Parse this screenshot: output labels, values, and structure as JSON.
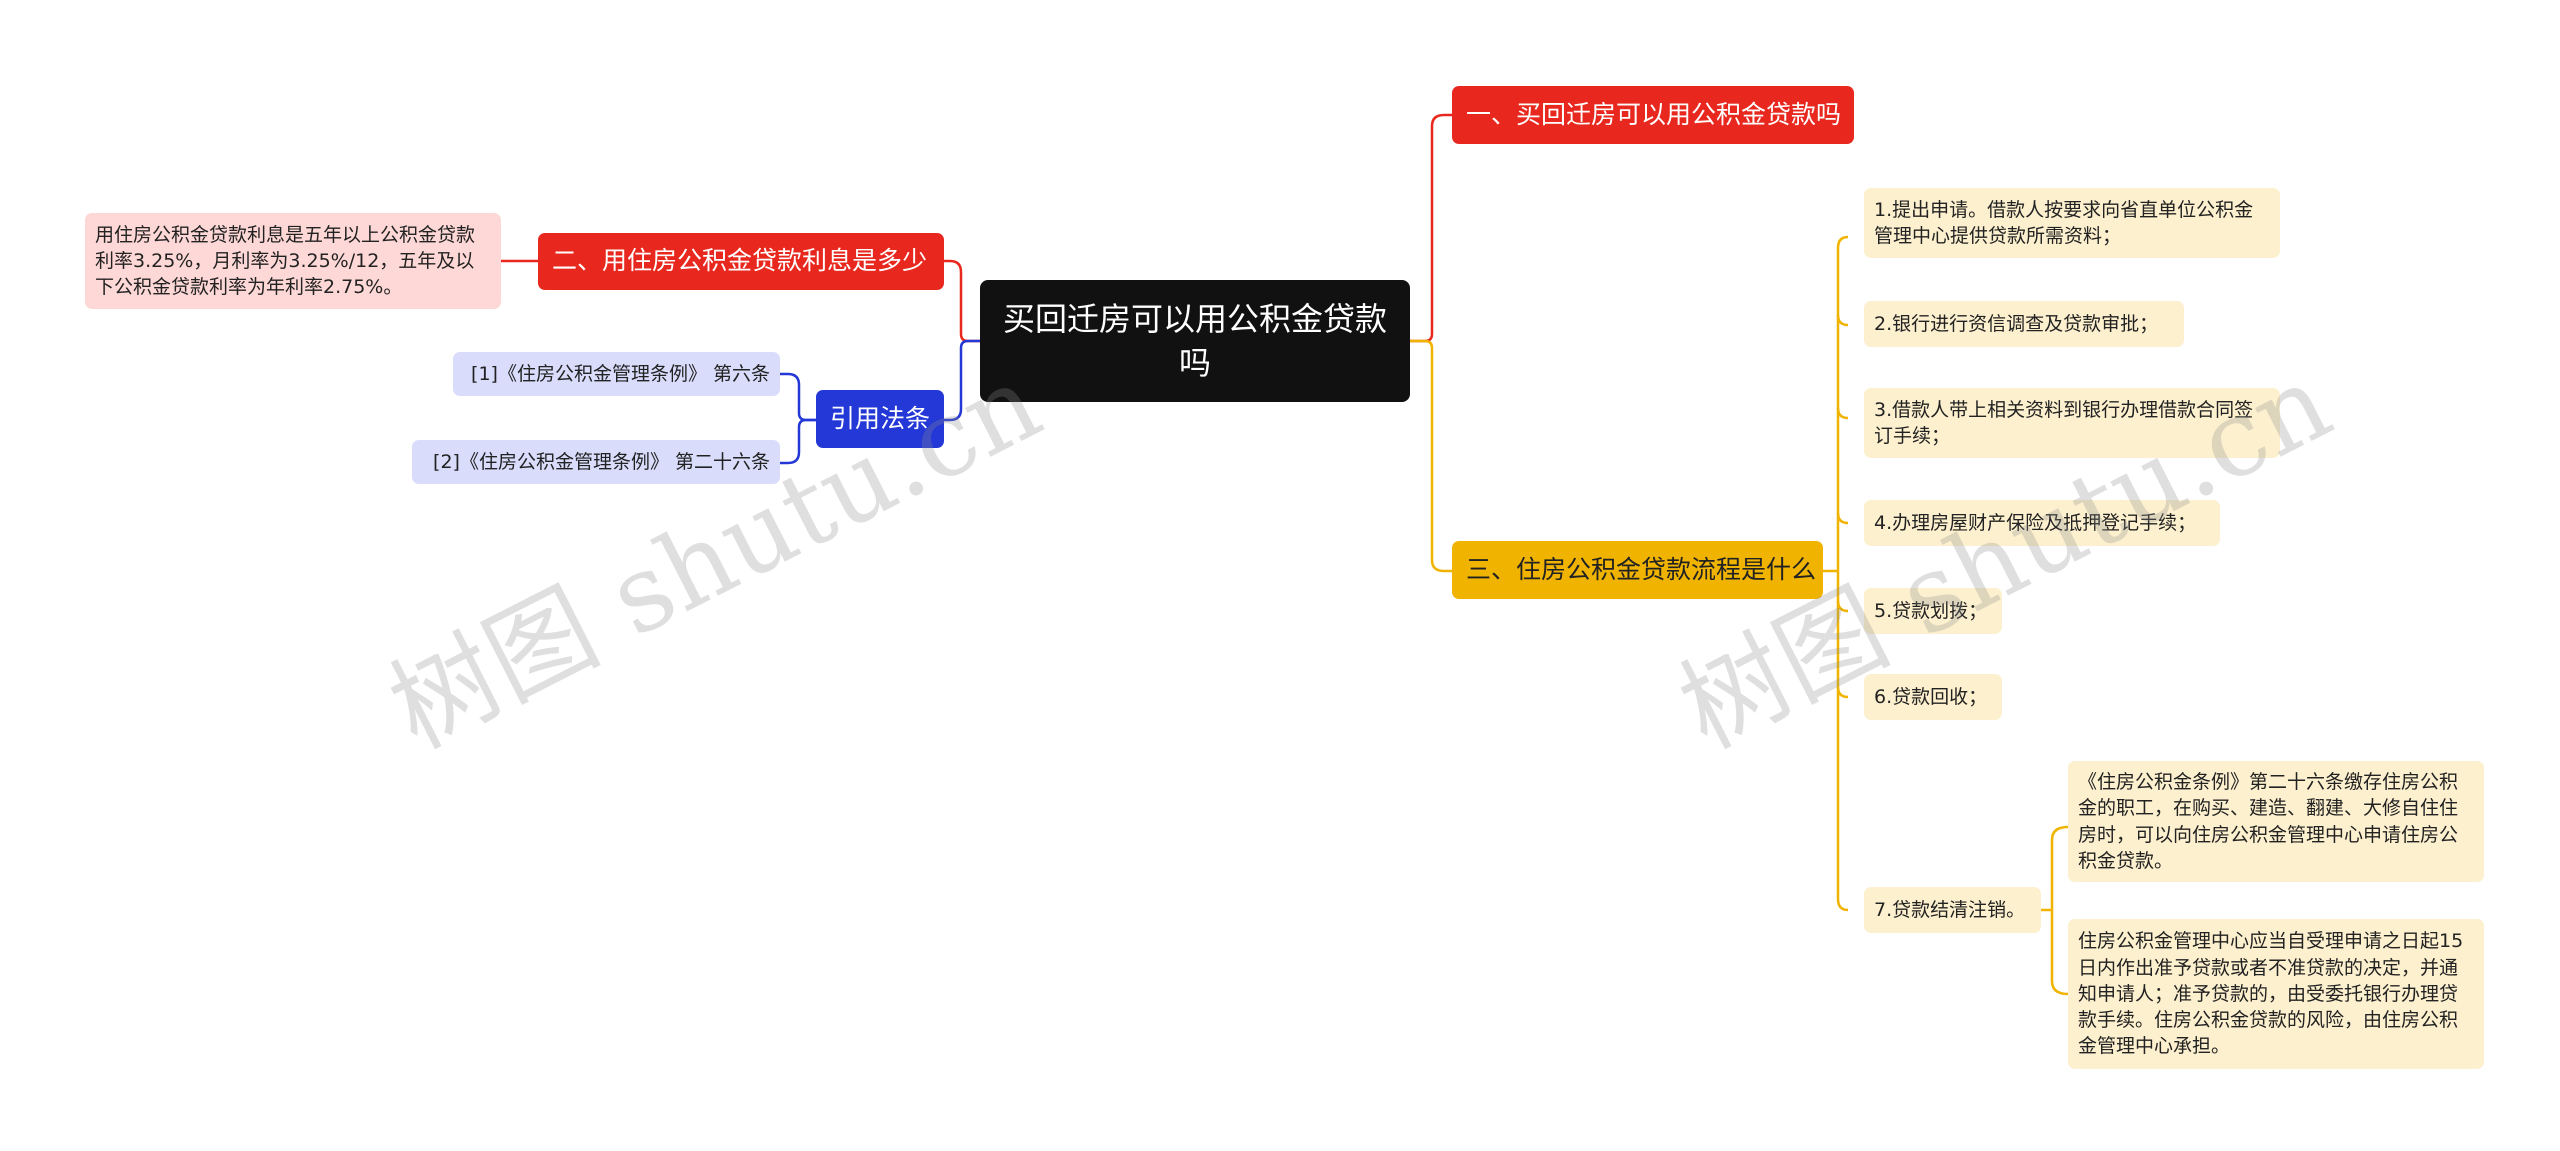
{
  "root": {
    "label": "买回迁房可以用公积金贷款吗"
  },
  "branches": {
    "b1": {
      "label": "一、买回迁房可以用公积金贷款吗"
    },
    "b2": {
      "label": "二、用住房公积金贷款利息是多少",
      "detail": "用住房公积金贷款利息是五年以上公积金贷款利率3.25%，月利率为3.25%/12，五年及以下公积金贷款利率为年利率2.75%。"
    },
    "b3": {
      "label": "三、住房公积金贷款流程是什么",
      "steps": [
        "1.提出申请。借款人按要求向省直单位公积金管理中心提供贷款所需资料；",
        "2.银行进行资信调查及贷款审批；",
        "3.借款人带上相关资料到银行办理借款合同签订手续；",
        "4.办理房屋财产保险及抵押登记手续；",
        "5.贷款划拨；",
        "6.贷款回收；",
        "7.贷款结清注销。"
      ],
      "step7_notes": [
        "《住房公积金条例》第二十六条缴存住房公积金的职工，在购买、建造、翻建、大修自住住房时，可以向住房公积金管理中心申请住房公积金贷款。",
        "住房公积金管理中心应当自受理申请之日起15日内作出准予贷款或者不准贷款的决定，并通知申请人；准予贷款的，由受委托银行办理贷款手续。住房公积金贷款的风险，由住房公积金管理中心承担。"
      ]
    },
    "laws": {
      "label": "引用法条",
      "items": [
        "[1]《住房公积金管理条例》 第六条",
        "[2]《住房公积金管理条例》 第二十六条"
      ]
    }
  },
  "watermarks": [
    "树图 shutu.cn",
    "树图 shutu.cn"
  ],
  "colors": {
    "root": "#111111",
    "red": "#e8281e",
    "blue": "#2338d6",
    "yellow": "#f0b400",
    "pink_leaf": "#fdd8d6",
    "lavender_leaf": "#d9dcfb",
    "cream_leaf": "#fdf0cf"
  }
}
